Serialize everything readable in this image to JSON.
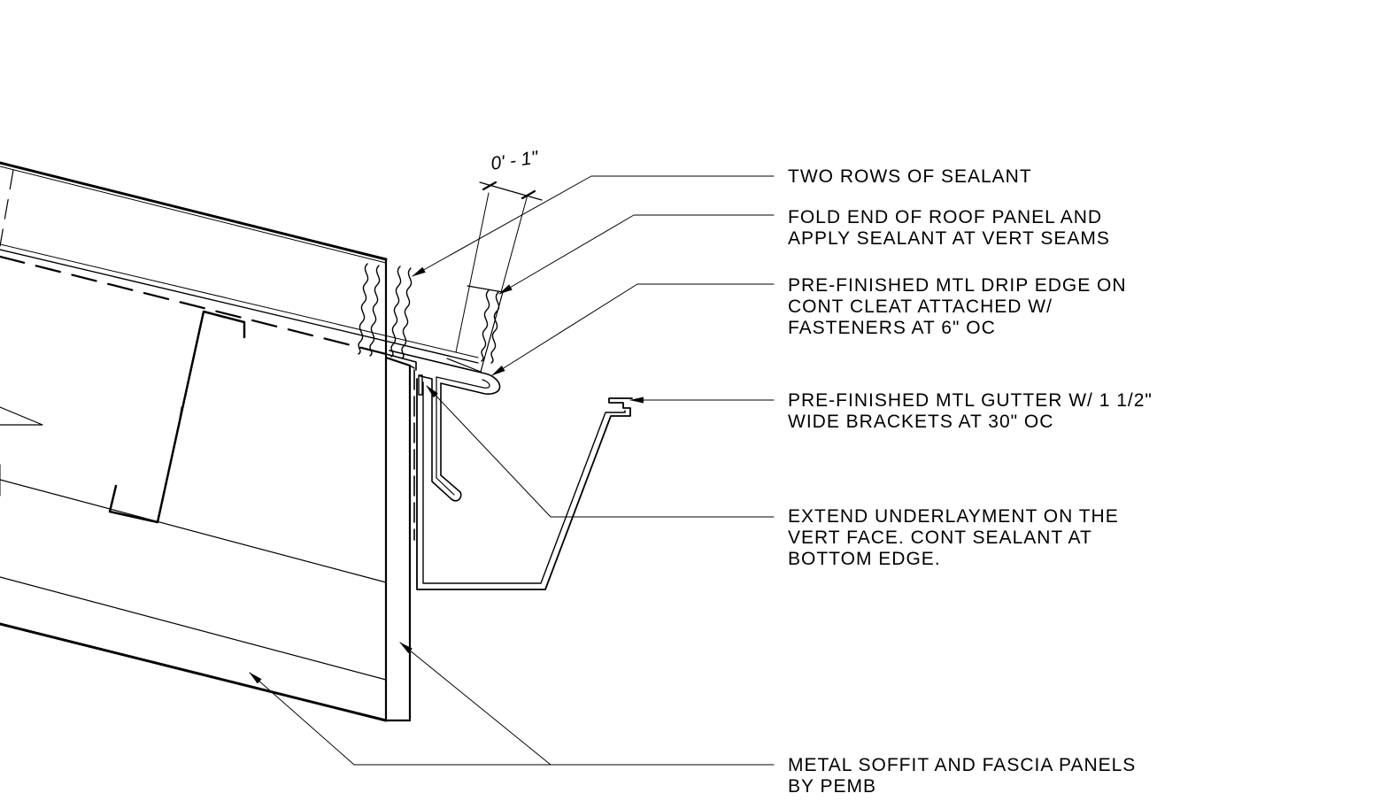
{
  "dimension": {
    "label": "0' - 1\""
  },
  "notes": [
    {
      "id": "sealant",
      "lines": [
        "TWO ROWS OF SEALANT"
      ]
    },
    {
      "id": "fold",
      "lines": [
        "FOLD END OF ROOF PANEL AND",
        "APPLY SEALANT AT VERT SEAMS"
      ]
    },
    {
      "id": "drip",
      "lines": [
        "PRE-FINISHED MTL DRIP EDGE ON",
        "CONT CLEAT ATTACHED W/",
        "FASTENERS AT 6\" OC"
      ]
    },
    {
      "id": "gutter",
      "lines": [
        "PRE-FINISHED MTL GUTTER W/ 1 1/2\"",
        "WIDE BRACKETS AT 30\" OC"
      ]
    },
    {
      "id": "underlay",
      "lines": [
        "EXTEND UNDERLAYMENT ON THE",
        "VERT FACE. CONT SEALANT AT",
        "BOTTOM EDGE."
      ]
    },
    {
      "id": "soffit",
      "lines": [
        "METAL SOFFIT AND FASCIA PANELS",
        "BY PEMB"
      ]
    }
  ]
}
